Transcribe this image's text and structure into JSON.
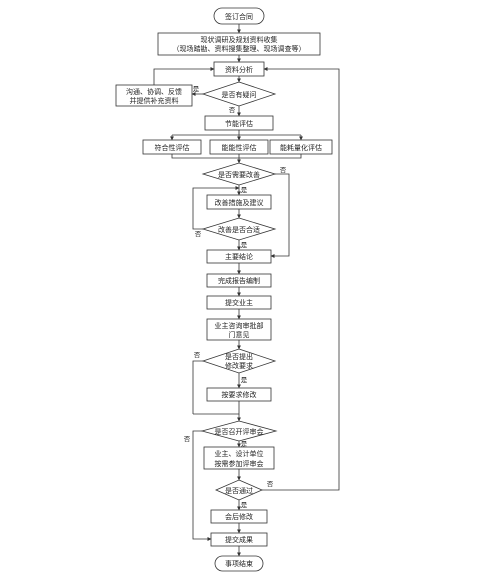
{
  "start": "签订合同",
  "collect": {
    "line1": "现状调研及规划资料收集",
    "line2": "（现场踏勘、资料搜集整理、现场调查等）"
  },
  "analysis": "资料分析",
  "gap_check": "是否有疑问",
  "supplement": {
    "line1": "沟通、协调、反馈",
    "line2": "并提供补充资料"
  },
  "energy_eval": "节能评估",
  "evaluations": [
    "符合性评估",
    "能能性评估",
    "能耗量化评估"
  ],
  "need_improve": "是否需要改善",
  "measures": "改善措施及建议",
  "reasonable": "改善是否合适",
  "conclusion": "主要结论",
  "report": "完成报告编制",
  "submit_owner": "提交业主",
  "owner_review": {
    "line1": "业主咨询审批部",
    "line2": "门意见"
  },
  "need_revise": {
    "line1": "是否提出",
    "line2": "修改要求"
  },
  "revise": "按要求修改",
  "need_meeting": "是否召开评审会",
  "meeting": {
    "line1": "业主、设计单位",
    "line2": "按需参加评审会"
  },
  "passed": "是否通过",
  "post_revise": "会后修改",
  "submit_result": "提交成果",
  "end": "事项结束",
  "edge_labels": {
    "yes": "是",
    "no": "否"
  }
}
